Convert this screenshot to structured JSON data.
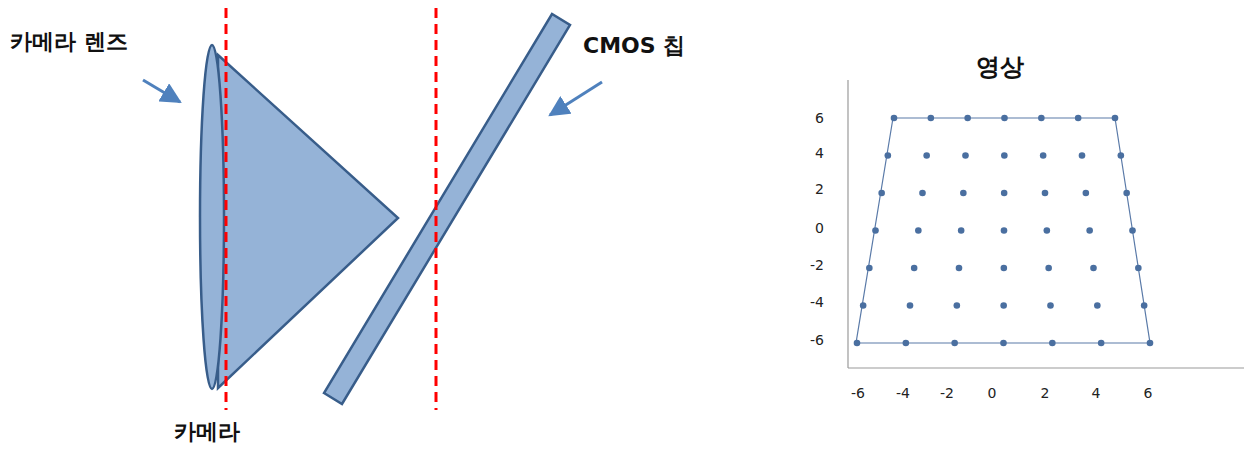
{
  "diagram": {
    "labels": [
      "카메라 렌즈",
      "CMOS 칩",
      "카메라",
      "영상",
      "6",
      "4",
      "2",
      "0",
      "-2",
      "-4",
      "-6",
      "-6",
      "-4",
      "-2",
      "0",
      "2",
      "4",
      "6"
    ]
  }
}
